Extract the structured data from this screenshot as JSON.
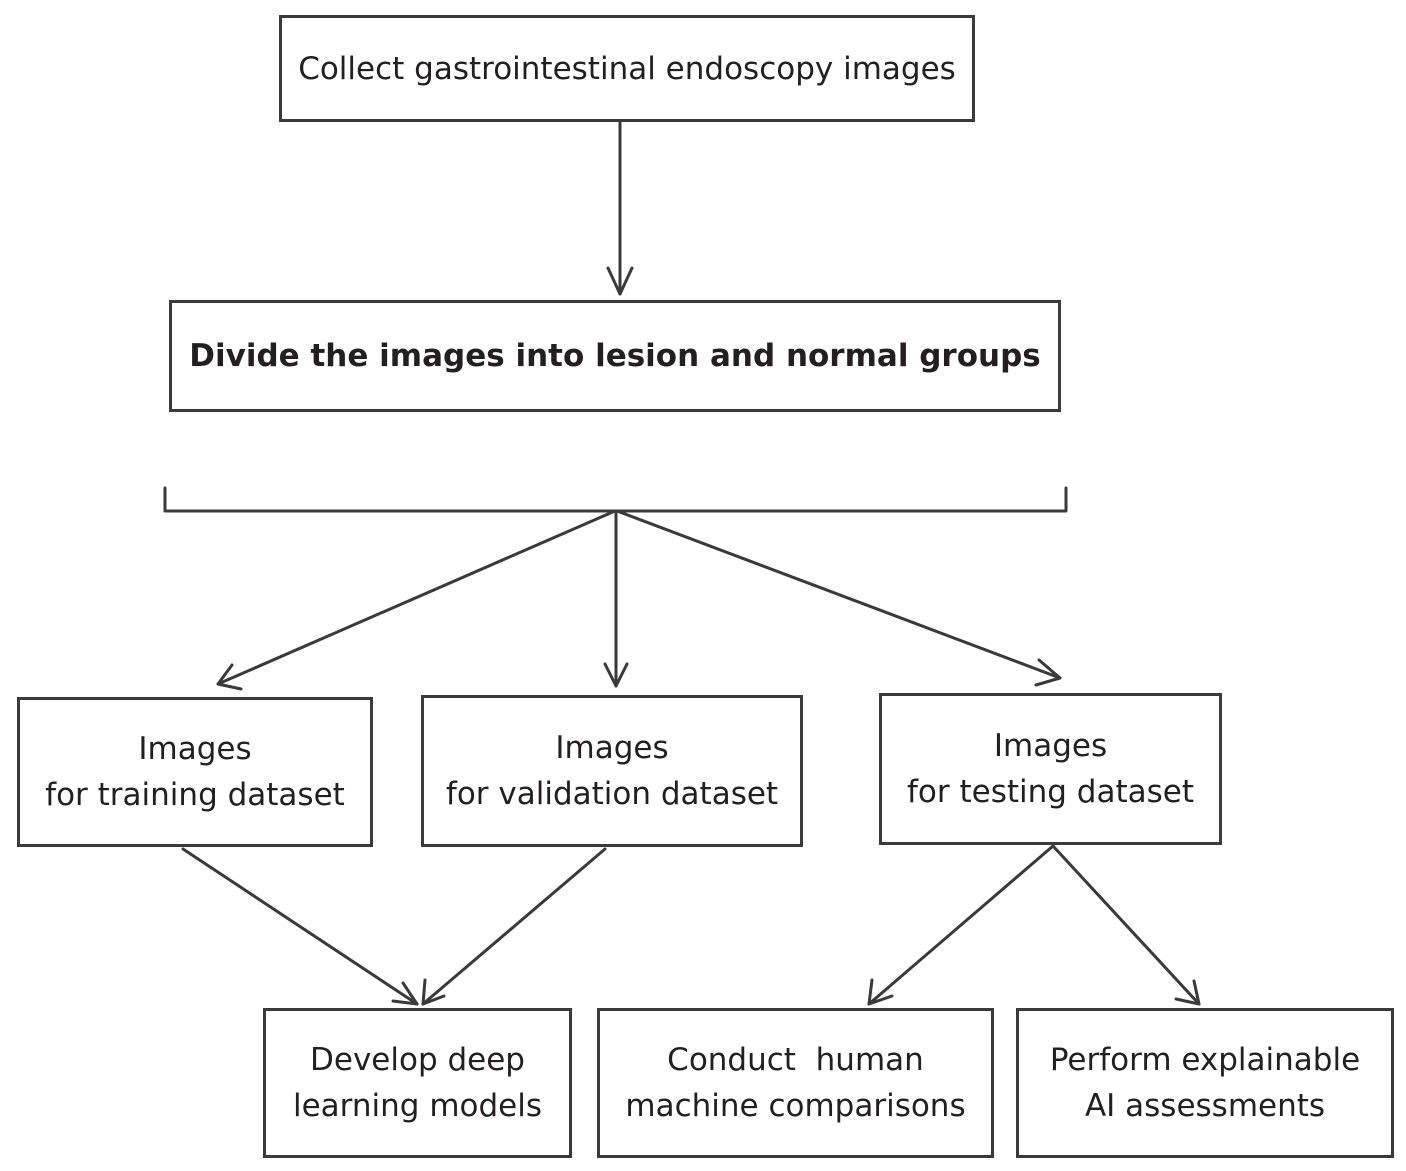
{
  "nodes": {
    "collect": {
      "lines": [
        "Collect gastrointestinal endoscopy images"
      ]
    },
    "divide": {
      "lines": [
        "Divide the images into lesion and normal groups"
      ]
    },
    "training": {
      "lines": [
        "Images",
        "for training dataset"
      ]
    },
    "validation": {
      "lines": [
        "Images",
        "for validation dataset"
      ]
    },
    "testing": {
      "lines": [
        "Images",
        "for testing dataset"
      ]
    },
    "develop": {
      "lines": [
        "Develop deep",
        "learning models"
      ]
    },
    "compare": {
      "lines": [
        "Conduct  human",
        "machine comparisons"
      ]
    },
    "explain": {
      "lines": [
        "Perform explainable",
        "AI assessments"
      ]
    }
  }
}
